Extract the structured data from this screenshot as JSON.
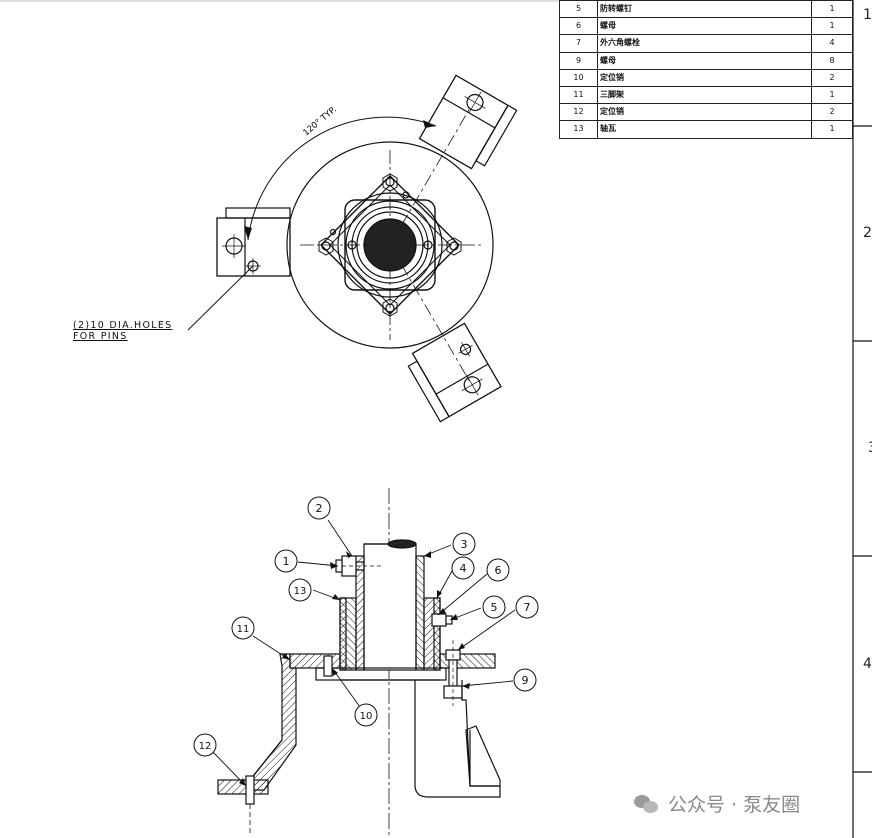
{
  "parts_table": {
    "rows": [
      {
        "no": "5",
        "name": "防转螺钉",
        "qty": "1"
      },
      {
        "no": "6",
        "name": "螺母",
        "qty": "1"
      },
      {
        "no": "7",
        "name": "外六角螺栓",
        "qty": "4"
      },
      {
        "no": "9",
        "name": "螺母",
        "qty": "8"
      },
      {
        "no": "10",
        "name": "定位销",
        "qty": "2"
      },
      {
        "no": "11",
        "name": "三脚架",
        "qty": "1"
      },
      {
        "no": "12",
        "name": "定位销",
        "qty": "2"
      },
      {
        "no": "13",
        "name": "轴瓦",
        "qty": "1"
      }
    ]
  },
  "zone_labels": [
    "1",
    "2",
    "3",
    "4"
  ],
  "annotations": {
    "angle_note": "120° TYP.",
    "holes_note_line1": "(2)10  DIA.HOLES",
    "holes_note_line2": "FOR PINS"
  },
  "balloons": [
    "1",
    "2",
    "3",
    "4",
    "5",
    "6",
    "7",
    "9",
    "10",
    "11",
    "12",
    "13"
  ],
  "watermark": {
    "text": "公众号 · 泵友圈",
    "icon": "wechat-icon"
  }
}
